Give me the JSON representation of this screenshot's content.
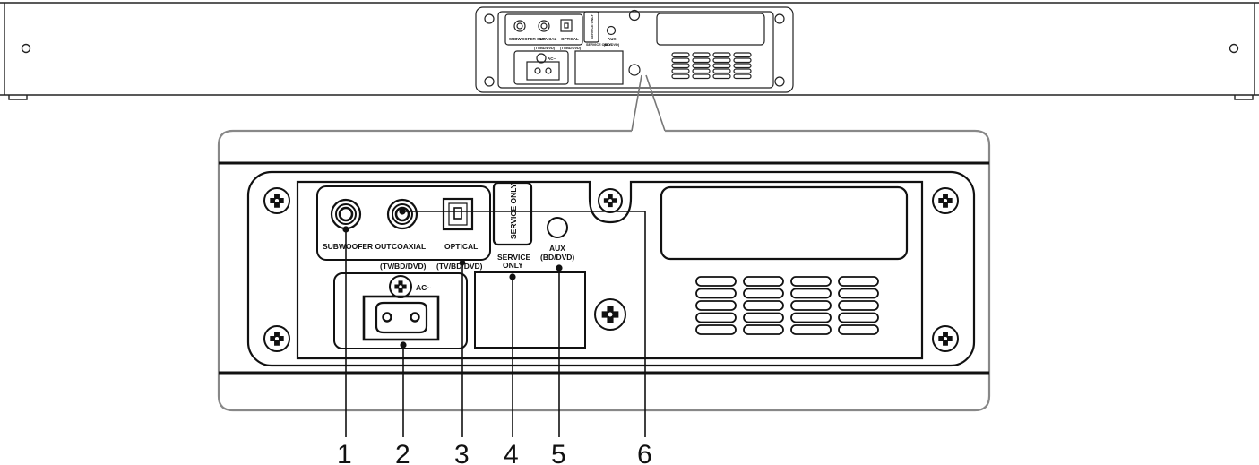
{
  "mini_panel": {
    "subwoofer_out": "SUBWOOFER OUT",
    "coaxial": "COAXIAL",
    "optical": "OPTICAL",
    "tv_bd_dvd": "(TV/BD/DVD)",
    "service_only_vertical": "SERVICE ONLY",
    "service_only": "SERVICE ONLY",
    "aux": "AUX",
    "aux_sub": "(BD/DVD)",
    "ac": "AC~"
  },
  "panel": {
    "subwoofer_out": "SUBWOOFER OUT",
    "coaxial": "COAXIAL",
    "optical": "OPTICAL",
    "coaxial_sub": "(TV/BD/DVD)",
    "optical_sub": "(TV/BD/DVD)",
    "service_only_vertical": "SERVICE ONLY",
    "service_label_line1": "SERVICE",
    "service_label_line2": "ONLY",
    "aux": "AUX",
    "aux_sub": "(BD/DVD)",
    "ac": "AC~"
  },
  "callouts": [
    "1",
    "2",
    "3",
    "4",
    "5",
    "6"
  ]
}
